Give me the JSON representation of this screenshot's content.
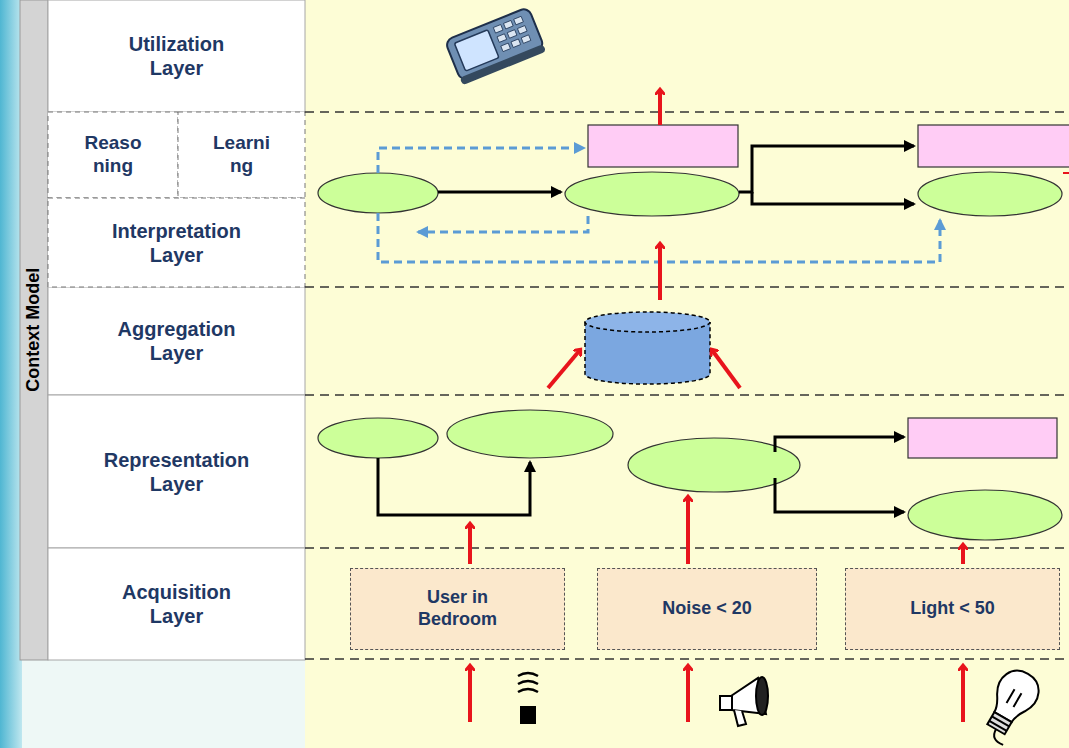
{
  "diagram": {
    "nodes": [
      {
        "text": [
          "Context Model"
        ]
      },
      {
        "text": [
          "Utilization Layer"
        ]
      },
      {
        "text": [
          "Reaso ning"
        ]
      },
      {
        "text": [
          "Learni ng"
        ]
      },
      {
        "text": [
          "Interpretation Layer"
        ]
      },
      {
        "text": [
          "Aggregation Layer"
        ]
      },
      {
        "text": [
          "Representation Layer"
        ]
      },
      {
        "text": [
          "Acquisition Layer"
        ]
      },
      {
        "text": [
          "User in Bedroom"
        ]
      },
      {
        "text": [
          "Noise < 20"
        ]
      },
      {
        "text": [
          "Light < 50"
        ]
      }
    ]
  }
}
